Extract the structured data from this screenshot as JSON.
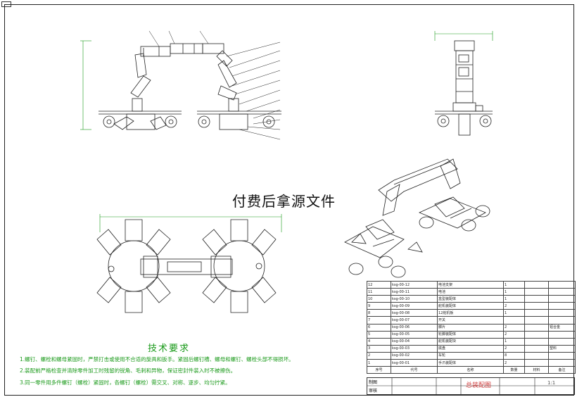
{
  "overlay_text": "付费后拿源文件",
  "tech_requirements": {
    "title": "技术要求",
    "notes": [
      "1.螺钉、螺栓和螺母紧固时，严禁打击或使用不合适的旋具和扳手。紧固后螺钉槽、螺母和螺钉、螺栓头部不得损坏。",
      "2.装配前严格检查并清除零件加工时残留的锐角、毛刺和异物，保证密封件装入时不被擦伤。",
      "3.同一零件用多件螺钉（螺栓）紧固时，各螺钉（螺栓）需交叉、对称、逐步、均匀拧紧。"
    ]
  },
  "bom": {
    "rows": [
      {
        "no": "12",
        "code": "ksg-00-12",
        "name": "电池支架",
        "qty": "1",
        "material": "",
        "note": ""
      },
      {
        "no": "11",
        "code": "ksg-00-11",
        "name": "电池",
        "qty": "1",
        "material": "",
        "note": ""
      },
      {
        "no": "10",
        "code": "ksg-00-10",
        "name": "盒型装配体",
        "qty": "1",
        "material": "",
        "note": ""
      },
      {
        "no": "9",
        "code": "ksg-00-09",
        "name": "舵机装配体",
        "qty": "2",
        "material": "",
        "note": ""
      },
      {
        "no": "8",
        "code": "ksg-00-08",
        "name": "12舵机板",
        "qty": "1",
        "material": "",
        "note": ""
      },
      {
        "no": "7",
        "code": "ksg-00-07",
        "name": "开关",
        "qty": "",
        "material": "",
        "note": ""
      },
      {
        "no": "6",
        "code": "ksg-00-06",
        "name": "脚片",
        "qty": "2",
        "material": "",
        "note": "铝合金"
      },
      {
        "no": "5",
        "code": "ksg-00-05",
        "name": "轮脚装配体",
        "qty": "2",
        "material": "",
        "note": ""
      },
      {
        "no": "4",
        "code": "ksg-00-04",
        "name": "舵机装配块",
        "qty": "1",
        "material": "",
        "note": ""
      },
      {
        "no": "3",
        "code": "ksg-00-03",
        "name": "底盘",
        "qty": "2",
        "material": "",
        "note": "塑料"
      },
      {
        "no": "2",
        "code": "ksg-00-02",
        "name": "车轮",
        "qty": "8",
        "material": "",
        "note": ""
      },
      {
        "no": "1",
        "code": "ksg-00-01",
        "name": "手爪装配体",
        "qty": "2",
        "material": "",
        "note": ""
      }
    ],
    "header": {
      "no": "序号",
      "code": "代号",
      "name": "名称",
      "qty": "数量",
      "material": "材料",
      "note": "备注"
    }
  },
  "title_block": {
    "label_design": "制图",
    "label_check": "审核",
    "drawing_name": "总装配图",
    "scale": "1:1"
  },
  "dims": {
    "top_width": "",
    "side_height": "",
    "plan_width": ""
  }
}
